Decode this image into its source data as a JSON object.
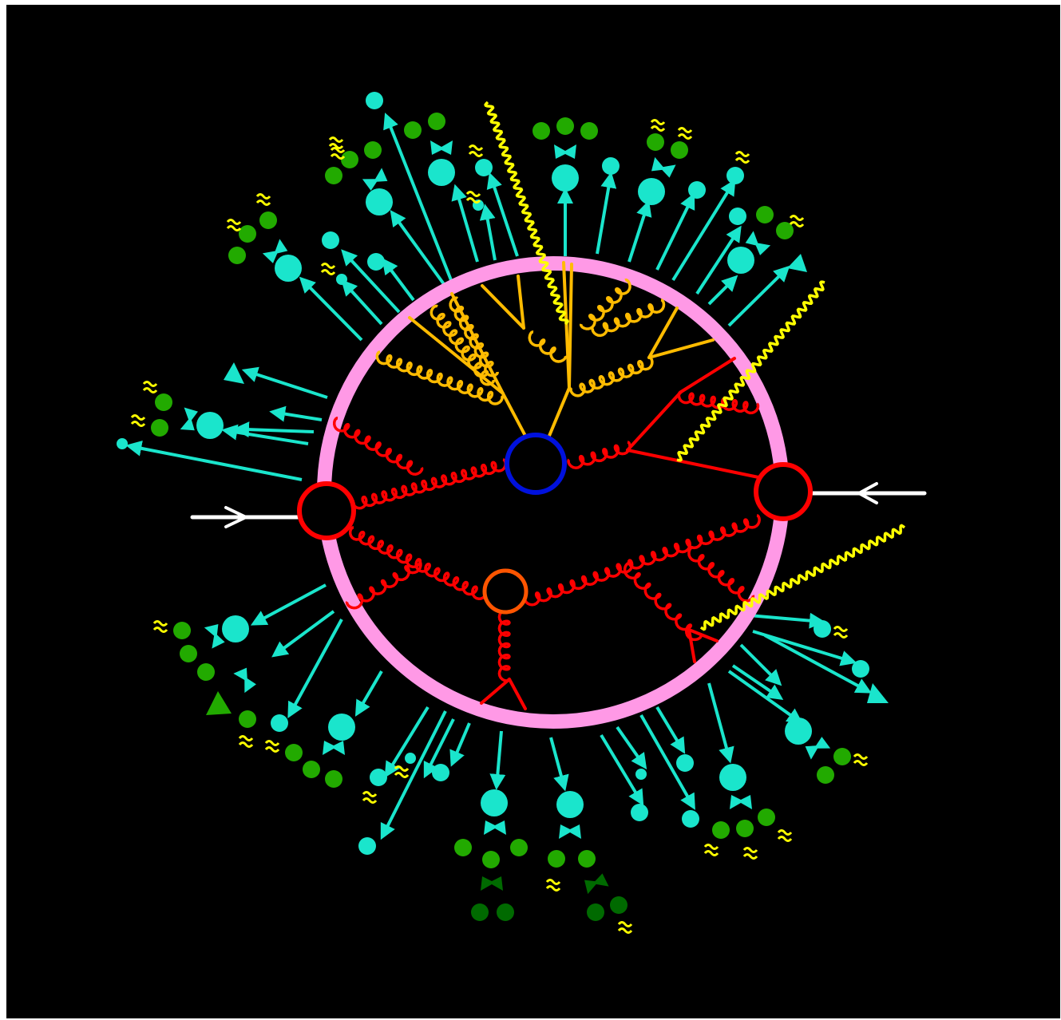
{
  "figure": {
    "type": "event-generator-diagram",
    "description_visible_text": "",
    "colors": {
      "background": "#000000",
      "hadronization_ring": "#ff99e6",
      "hard_process": "#0011dd",
      "mpi": "#ff5500",
      "incoming_hadron": "#ff0000",
      "parton_shower_initial": "#ff0000",
      "parton_shower_final": "#ffbb00",
      "hadrons": "#1ae5cc",
      "decay_products": "#22aa00",
      "decay_products_dark": "#006a00",
      "photons": "#ffff00",
      "beam": "#ffffff"
    },
    "elements": [
      "incoming-beam-left",
      "incoming-beam-right",
      "hard-process-blob",
      "mpi-blob",
      "hadronization-ring",
      "initial-state-shower",
      "final-state-shower",
      "hadron-arrows",
      "decay-chains",
      "photon-emissions"
    ]
  }
}
